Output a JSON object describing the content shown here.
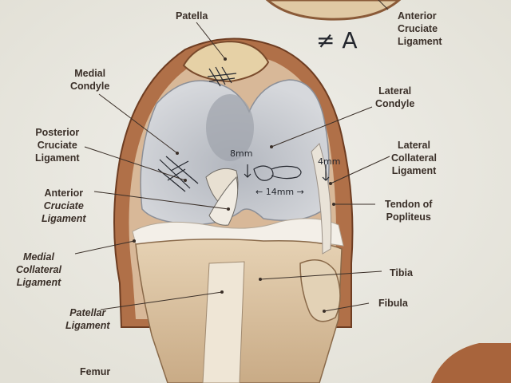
{
  "labels": {
    "patella": [
      "Patella"
    ],
    "acl_top": [
      "Anterior",
      "Cruciate",
      "Ligament"
    ],
    "medial_condyle": [
      "Medial",
      "Condyle"
    ],
    "lateral_condyle": [
      "Lateral",
      "Condyle"
    ],
    "pcl": [
      "Posterior",
      "Cruciate",
      "Ligament"
    ],
    "lcl": [
      "Lateral",
      "Collateral",
      "Ligament"
    ],
    "acl_left": [
      "Anterior",
      "Cruciate",
      "Ligament"
    ],
    "popliteus": [
      "Tendon of",
      "Popliteus"
    ],
    "mcl": [
      "Medial",
      "Collateral",
      "Ligament"
    ],
    "tibia": [
      "Tibia"
    ],
    "patellar_ligament": [
      "Patellar",
      "Ligament"
    ],
    "fibula": [
      "Fibula"
    ],
    "femur": [
      "Femur"
    ]
  },
  "handwriting": {
    "top_mark": "≠ A",
    "meas_8": "8mm",
    "meas_4": "4mm",
    "meas_14": "← 14mm →"
  },
  "colors": {
    "paper": "#ecebe4",
    "label_text": "#3a2f28",
    "bone_tan": "#d4b896",
    "tendon_brown": "#a8643c",
    "cartilage_blue": "#c3c7cf",
    "ink": "#24272e"
  }
}
